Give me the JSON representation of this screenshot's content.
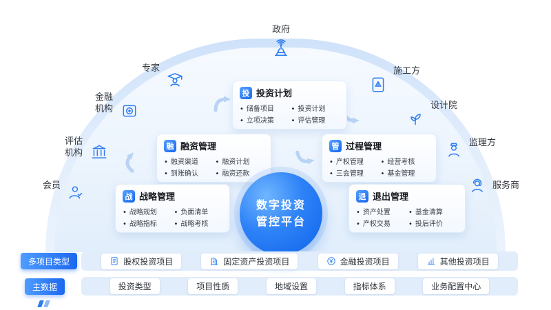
{
  "title": {
    "line1": "数字投资",
    "line2": "管控平台"
  },
  "roles": [
    {
      "label": "政府",
      "icon": "government-tower-icon"
    },
    {
      "label": "专家",
      "icon": "expert-graduate-icon"
    },
    {
      "label": "施工方",
      "icon": "construction-doc-icon"
    },
    {
      "label": "金融机构",
      "icon": "financial-institution-icon"
    },
    {
      "label": "设计院",
      "icon": "design-institute-icon"
    },
    {
      "label": "评估机构",
      "icon": "evaluation-agency-icon"
    },
    {
      "label": "监理方",
      "icon": "supervisor-icon"
    },
    {
      "label": "会员",
      "icon": "member-icon"
    },
    {
      "label": "服务商",
      "icon": "service-provider-icon"
    }
  ],
  "cards": [
    {
      "badge": "投",
      "title": "投资计划",
      "items": [
        "储备项目",
        "投资计划",
        "立项决策",
        "评估管理"
      ]
    },
    {
      "badge": "融",
      "title": "融资管理",
      "items": [
        "融资渠道",
        "融资计划",
        "到账确认",
        "融资还款"
      ]
    },
    {
      "badge": "管",
      "title": "过程管理",
      "items": [
        "产权管理",
        "经营考核",
        "三会管理",
        "基金管理"
      ]
    },
    {
      "badge": "战",
      "title": "战略管理",
      "items": [
        "战略规划",
        "负面清单",
        "战略指标",
        "战略考核"
      ]
    },
    {
      "badge": "退",
      "title": "退出管理",
      "items": [
        "资产处置",
        "基金清算",
        "产权交易",
        "投后评价"
      ]
    }
  ],
  "bottom": {
    "row1_label": "多项目类型",
    "row1_items": [
      {
        "label": "股权投资项目",
        "icon": "equity-doc-icon"
      },
      {
        "label": "固定资产投资项目",
        "icon": "building-icon"
      },
      {
        "label": "金融投资项目",
        "icon": "yuan-coin-icon"
      },
      {
        "label": "其他投资项目",
        "icon": "bar-chart-icon"
      }
    ],
    "row2_label": "主数据",
    "row2_items": [
      "投资类型",
      "项目性质",
      "地域设置",
      "指标体系",
      "业务配置中心"
    ]
  },
  "colors": {
    "accent": "#1b67f0",
    "band": "#e2edfb",
    "arrow": "#b9d3f5",
    "icon_stroke": "#2f7ef0"
  }
}
